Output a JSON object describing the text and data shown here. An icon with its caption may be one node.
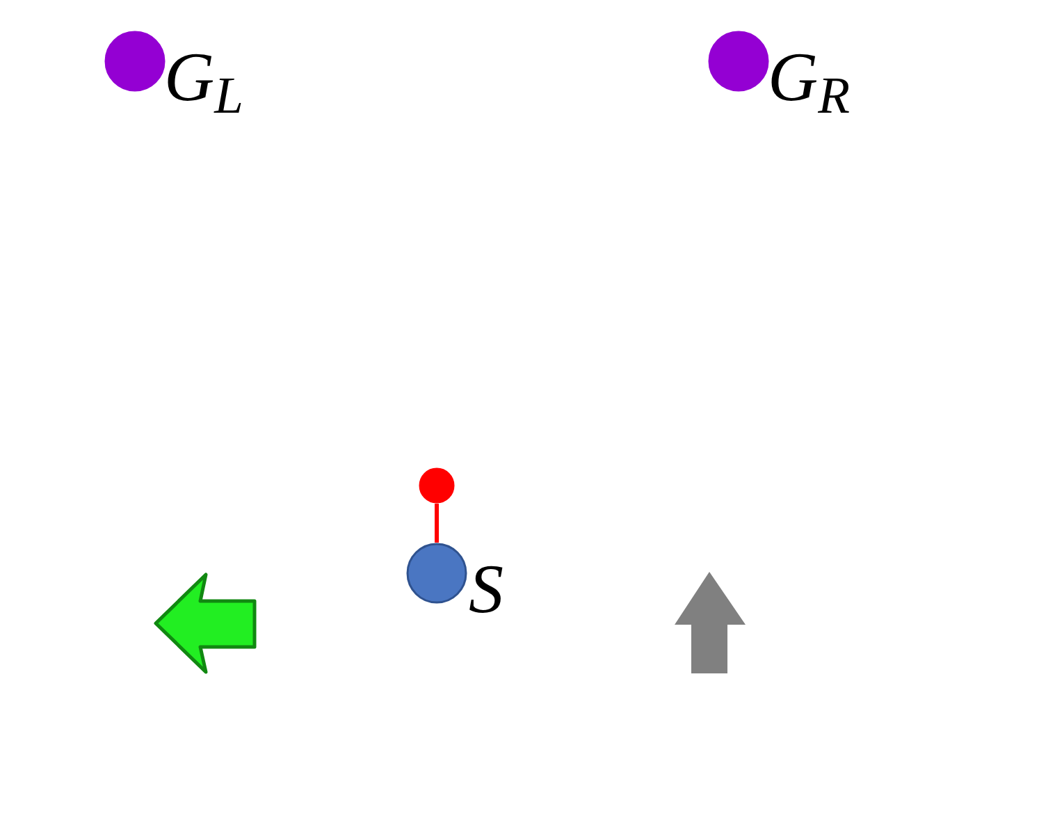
{
  "diagram": {
    "nodes": [
      {
        "text": [
          "G$_{L}$"
        ]
      },
      {
        "text": [
          "G$_{R}$"
        ]
      },
      {
        "text": [],
        "shape": "circle"
      },
      {
        "text": [
          "S"
        ]
      }
    ],
    "edges": [
      {
        "from": 2,
        "to": 3,
        "arrow": "none",
        "color": "#ff0000"
      }
    ]
  }
}
